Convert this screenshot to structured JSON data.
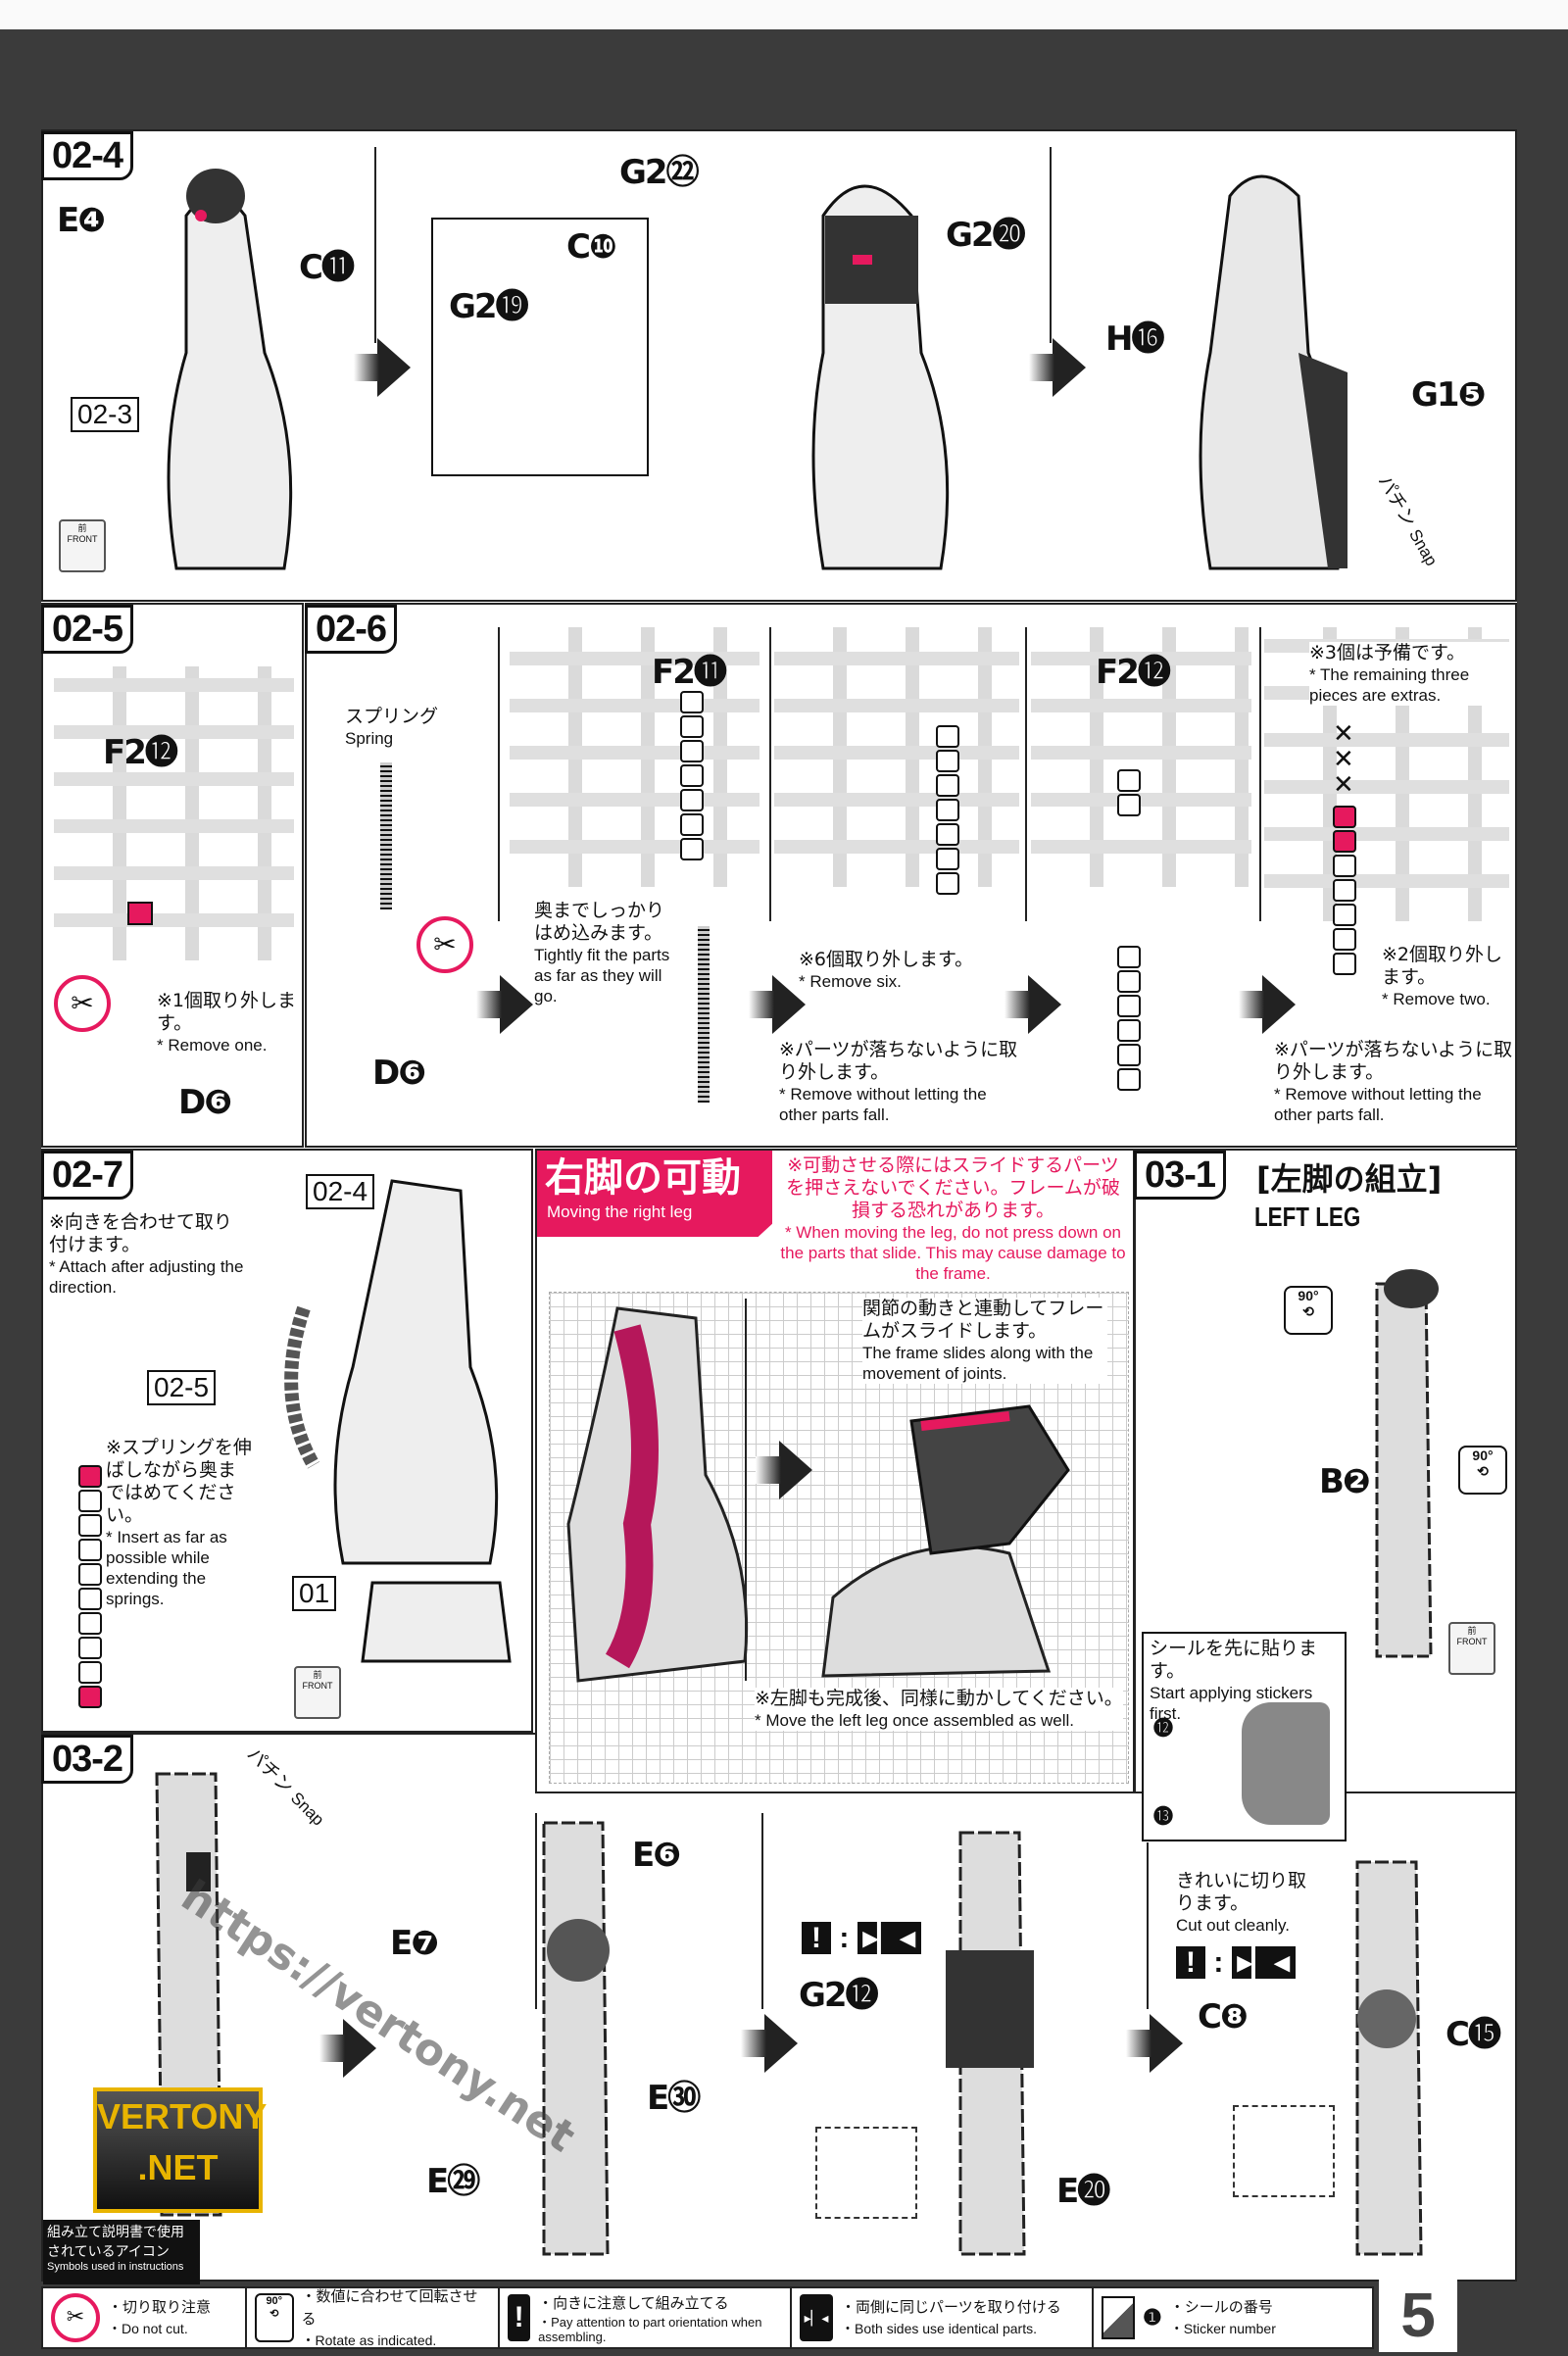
{
  "steps": {
    "s02_4": "02-4",
    "s02_3": "02-3",
    "s02_5": "02-5",
    "s02_6": "02-6",
    "s02_7": "02-7",
    "s03_1": "03-1",
    "s03_2": "03-2",
    "ref02_4": "02-4",
    "ref02_5": "02-5",
    "ref01": "01"
  },
  "parts": {
    "e4": "E❹",
    "c11": "C⓫",
    "g2_22": "G2㉒",
    "g2_19": "G2⓳",
    "c10": "C❿",
    "g2_20": "G2⓴",
    "h16": "H⓰",
    "g1_5": "G1❺",
    "f2_12a": "F2⓬",
    "d6a": "D❻",
    "d6b": "D❻",
    "f2_11": "F2⓫",
    "f2_12b": "F2⓬",
    "b2": "B❷",
    "e6": "E❻",
    "e7": "E❼",
    "e30": "E㉚",
    "e29": "E㉙",
    "g2_12": "G2⓬",
    "e20": "E⓴",
    "c8": "C❽",
    "c15": "C⓯"
  },
  "snap": {
    "jp": "パチン",
    "en": "Snap"
  },
  "front": {
    "jp": "前",
    "en": "FRONT"
  },
  "rotate": "90°",
  "notes": {
    "remove_one_jp": "※1個取り外します。",
    "remove_one_en": "* Remove one.",
    "spring_jp": "スプリング",
    "spring_en": "Spring",
    "fit_jp": "奥までしっかりはめ込みます。",
    "fit_en": "Tightly fit the parts as far as they will go.",
    "remove_six_jp": "※6個取り外します。",
    "remove_six_en": "* Remove six.",
    "nofall_jp": "※パーツが落ちないように取り外します。",
    "nofall_en": "* Remove without letting the other parts fall.",
    "extras_jp": "※3個は予備です。",
    "extras_en": "* The remaining three pieces are extras.",
    "remove_two_jp": "※2個取り外します。",
    "remove_two_en": "* Remove two.",
    "nofall2_jp": "※パーツが落ちないように取り外します。",
    "nofall2_en": "* Remove without letting the other parts fall.",
    "attach_jp": "※向きを合わせて取り付けます。",
    "attach_en": "* Attach after adjusting the direction.",
    "insert_jp": "※スプリングを伸ばしながら奥まではめてください。",
    "insert_en": "* Insert as far as possible while extending the springs."
  },
  "moving": {
    "title_jp": "右脚の可動",
    "title_en": "Moving the right leg",
    "caution_jp": "※可動させる際にはスライドするパーツを押さえないでください。フレームが破損する恐れがあります。",
    "caution_en": "* When moving the leg, do not press down on the parts that slide. This may cause damage to the frame.",
    "slide_jp": "関節の動きと連動してフレームがスライドします。",
    "slide_en": "The frame slides along with the movement of joints.",
    "left_jp": "※左脚も完成後、同様に動かしてください。",
    "left_en": "* Move the left leg once assembled as well."
  },
  "left_leg": {
    "jp": "[左脚の組立]",
    "en": "LEFT LEG"
  },
  "stickers": {
    "jp": "シールを先に貼ります。",
    "en": "Start applying stickers first.",
    "n12": "⓬",
    "n13": "⓭"
  },
  "cut": {
    "jp": "きれいに切り取ります。",
    "en": "Cut out cleanly."
  },
  "symbols_box": {
    "jp": "組み立て説明書で使用されているアイコン",
    "en": "Symbols used in instructions"
  },
  "watermark": {
    "url": "https://vertony.net",
    "logo": "VERTONY .NET"
  },
  "legend": [
    {
      "icon": "do-not-cut-icon",
      "jp": "・切り取り注意",
      "en": "・Do not cut."
    },
    {
      "icon": "rotate-90-icon",
      "jp": "・数値に合わせて回転させる",
      "en": "・Rotate as indicated."
    },
    {
      "icon": "orientation-icon",
      "jp": "・向きに注意して組み立てる",
      "en": "・Pay attention to part orientation when assembling."
    },
    {
      "icon": "both-sides-icon",
      "jp": "・両側に同じパーツを取り付ける",
      "en": "・Both sides use identical parts."
    },
    {
      "icon": "sticker-icon",
      "jp": "・シールの番号",
      "en": "・Sticker number",
      "num": "❶"
    }
  ],
  "page_number": "5",
  "colors": {
    "accent": "#e6195e",
    "bg": "#3b3b3b"
  }
}
